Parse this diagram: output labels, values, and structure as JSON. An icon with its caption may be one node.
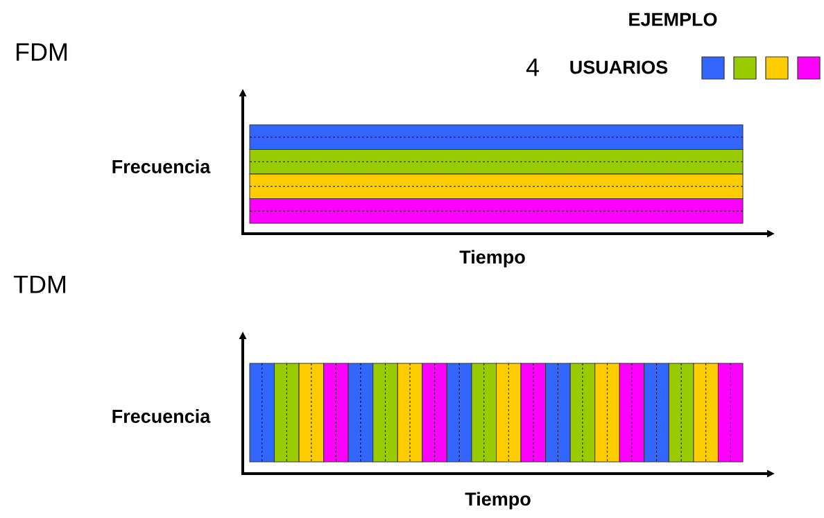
{
  "diagram": {
    "labels": [
      "EJEMPLO",
      "FDM",
      "4",
      "USUARIOS",
      "Frecuencia",
      "Tiempo",
      "TDM",
      "Frecuencia",
      "Tiempo"
    ]
  }
}
